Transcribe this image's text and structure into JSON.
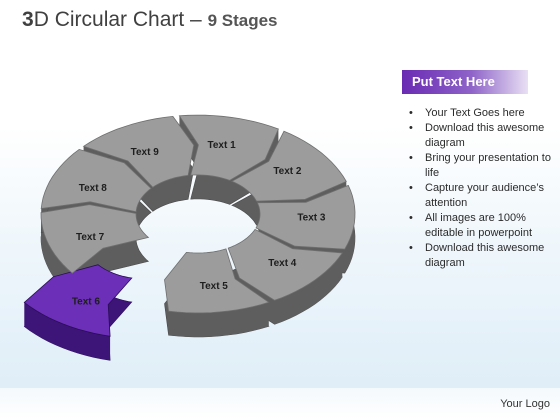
{
  "title": {
    "prefix": "3",
    "main": "D Circular Chart – ",
    "sub": "9 Stages"
  },
  "stages": [
    {
      "label": "Text 1"
    },
    {
      "label": "Text 2"
    },
    {
      "label": "Text 3"
    },
    {
      "label": "Text 4"
    },
    {
      "label": "Text 5"
    },
    {
      "label": "Text 6"
    },
    {
      "label": "Text 7"
    },
    {
      "label": "Text 8"
    },
    {
      "label": "Text 9"
    }
  ],
  "highlight_stage": "Text 6",
  "colors": {
    "segment_top": "#9c9c9c",
    "segment_side": "#5e5e5e",
    "highlight_top": "#6b2fb8",
    "highlight_side": "#3d1578",
    "panel_header": "#6a2bb3"
  },
  "panel": {
    "header": "Put Text Here",
    "items": [
      "Your Text Goes here",
      "Download this awesome diagram",
      "Bring your presentation to life",
      "Capture your audience’s attention",
      "All images are 100% editable in powerpoint",
      "Download this awesome diagram"
    ]
  },
  "footer": {
    "logo_text": "Your Logo"
  }
}
